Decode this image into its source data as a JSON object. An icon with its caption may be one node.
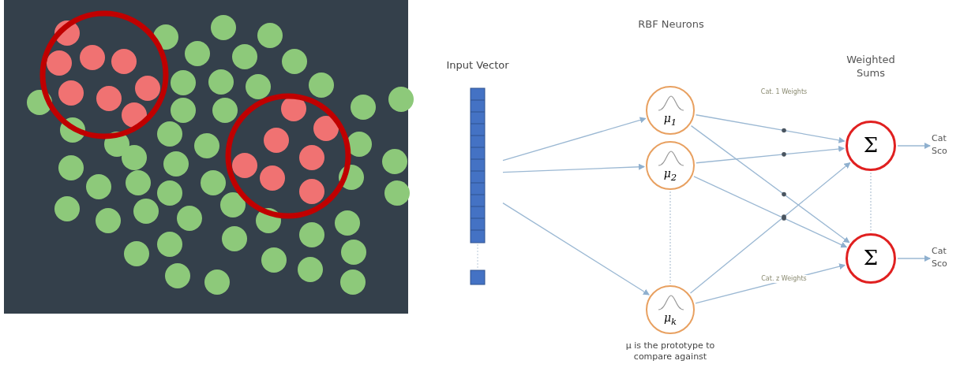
{
  "diagram": {
    "nodes": [
      {
        "text": [
          "Input Vector"
        ]
      },
      {
        "text": [
          "μ$_{1}$"
        ]
      },
      {
        "text": [
          "μ$_{2}$"
        ]
      },
      {
        "text": [
          "μ$_{k}$"
        ],
        "beside": [
          "μ is the prototype to compare against"
        ]
      },
      {
        "text": [
          "Σ"
        ]
      },
      {
        "text": [
          "Σ"
        ]
      },
      {
        "text": [
          "Cat Sco"
        ]
      },
      {
        "text": [
          "Cat Sco"
        ]
      }
    ],
    "edges": [
      {
        "from": 0,
        "to": 1,
        "arrow": "to"
      },
      {
        "from": 0,
        "to": 2,
        "arrow": "to"
      },
      {
        "from": 0,
        "to": 3,
        "arrow": "to"
      },
      {
        "from": 1,
        "to": 4,
        "arrow": "to"
      },
      {
        "from": 1,
        "to": 5,
        "arrow": "to"
      },
      {
        "from": 2,
        "to": 4,
        "arrow": "to"
      },
      {
        "from": 2,
        "to": 5,
        "arrow": "to"
      },
      {
        "from": 3,
        "to": 4,
        "arrow": "to"
      },
      {
        "from": 3,
        "to": 5,
        "arrow": "to"
      },
      {
        "from": 4,
        "to": 6,
        "arrow": "to"
      },
      {
        "from": 5,
        "to": 7,
        "arrow": "to"
      },
      {
        "from": 2,
        "to": 3,
        "arrow": "none",
        "style": "dashed"
      },
      {
        "from": 4,
        "to": 5,
        "arrow": "none",
        "style": "dashed"
      }
    ],
    "labels": [
      "RBF Neurons",
      "Weighted Sums",
      "Cat. 1 Weights",
      "Cat. z Weights"
    ]
  }
}
